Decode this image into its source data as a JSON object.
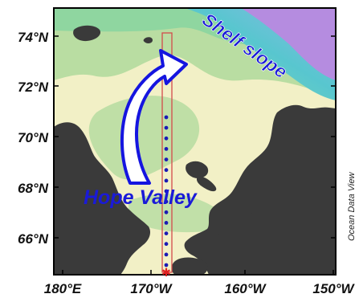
{
  "map": {
    "lat_ticks": [
      "74°N",
      "72°N",
      "70°N",
      "68°N",
      "66°N"
    ],
    "lon_ticks": [
      "180°E",
      "170°W",
      "160°W",
      "150°W"
    ],
    "annotations": {
      "shelf_slope": "Shelf slope",
      "hope_valley": "Hope Valley"
    },
    "credit": "Ocean Data View",
    "station_count": 15,
    "colors": {
      "land": "#3a3a3a",
      "shallow_shelf": "#f2f0c6",
      "mid_shelf": "#b9dda2",
      "deep_shelf": "#8fd6a0",
      "slope": "#58c6cf",
      "basin": "#b58ce0",
      "frame": "#000000",
      "grid": "#d24b4b",
      "stations": "#1a1ab4",
      "arrow": "#1515e0",
      "annotation_text": "#1a1ad8",
      "start_marker": "#e02020"
    }
  }
}
